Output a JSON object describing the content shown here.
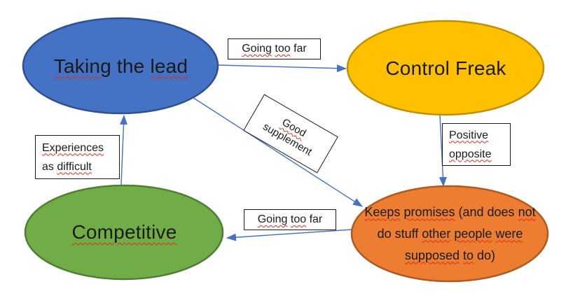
{
  "diagram": {
    "colors": {
      "background": "#FFFFFF",
      "connector": "#4472C4",
      "spellcheck_underline": "#E02B20",
      "label_box_border": "#1A1A1A",
      "label_box_background": "#FFFFFF",
      "text": "#1A1A1A"
    },
    "nodes": [
      {
        "id": "taking-the-lead",
        "label": "Taking the lead",
        "fill": "#4472C4",
        "stroke": "#2F528F",
        "label_lines": [
          [
            {
              "t": "Taking",
              "sq": true
            },
            {
              "t": " the ",
              "sq": false
            },
            {
              "t": "lead",
              "sq": true
            }
          ]
        ]
      },
      {
        "id": "control-freak",
        "label": "Control Freak",
        "fill": "#FFC000",
        "stroke": "#BF9000",
        "label_lines": [
          [
            {
              "t": "Control Freak",
              "sq": false
            }
          ]
        ]
      },
      {
        "id": "competitive",
        "label": "Competitive",
        "fill": "#70AD47",
        "stroke": "#507E32",
        "label_lines": [
          [
            {
              "t": "Competitive",
              "sq": true
            }
          ]
        ]
      },
      {
        "id": "keeps-promises",
        "label": "Keeps promises (and does not do stuff other people were supposed to do)",
        "fill": "#ED7D31",
        "stroke": "#AE5A21",
        "label_lines": [
          [
            {
              "t": "Keeps",
              "sq": true
            },
            {
              "t": " ",
              "sq": false
            },
            {
              "t": "promises",
              "sq": true
            },
            {
              "t": " (and does ",
              "sq": false
            },
            {
              "t": "not",
              "sq": true
            }
          ],
          [
            {
              "t": "do stuff ",
              "sq": false
            },
            {
              "t": "other",
              "sq": true
            },
            {
              "t": " ",
              "sq": false
            },
            {
              "t": "people",
              "sq": true
            },
            {
              "t": " ",
              "sq": false
            },
            {
              "t": "were",
              "sq": true
            }
          ],
          [
            {
              "t": "supposed",
              "sq": true
            },
            {
              "t": " ",
              "sq": false
            },
            {
              "t": "to",
              "sq": true
            },
            {
              "t": " do)",
              "sq": false
            }
          ]
        ]
      }
    ],
    "edges": [
      {
        "id": "lead-to-control-freak",
        "from": "taking-the-lead",
        "to": "control-freak",
        "label": "Going too far",
        "label_lines": [
          [
            {
              "t": "Going",
              "sq": true
            },
            {
              "t": " ",
              "sq": false
            },
            {
              "t": "too",
              "sq": true
            },
            {
              "t": " far",
              "sq": false
            }
          ]
        ]
      },
      {
        "id": "lead-to-keeps-promises",
        "from": "taking-the-lead",
        "to": "keeps-promises",
        "label": "Good supplement",
        "label_lines": [
          [
            {
              "t": "Good",
              "sq": true
            }
          ],
          [
            {
              "t": "supplement",
              "sq": false
            }
          ]
        ]
      },
      {
        "id": "control-freak-to-keeps-promises",
        "from": "control-freak",
        "to": "keeps-promises",
        "label": "Positive opposite",
        "label_lines": [
          [
            {
              "t": "Positive",
              "sq": true
            }
          ],
          [
            {
              "t": "opposite",
              "sq": true
            }
          ]
        ]
      },
      {
        "id": "keeps-promises-to-competitive",
        "from": "keeps-promises",
        "to": "competitive",
        "label": "Going too far",
        "label_lines": [
          [
            {
              "t": "Going",
              "sq": true
            },
            {
              "t": " ",
              "sq": false
            },
            {
              "t": "too",
              "sq": true
            },
            {
              "t": " far",
              "sq": false
            }
          ]
        ]
      },
      {
        "id": "competitive-to-lead",
        "from": "competitive",
        "to": "taking-the-lead",
        "label": "Experiences as difficult",
        "label_lines": [
          [
            {
              "t": "Experiences",
              "sq": true
            }
          ],
          [
            {
              "t": "as ",
              "sq": false
            },
            {
              "t": "difficult",
              "sq": true
            }
          ]
        ]
      }
    ]
  }
}
